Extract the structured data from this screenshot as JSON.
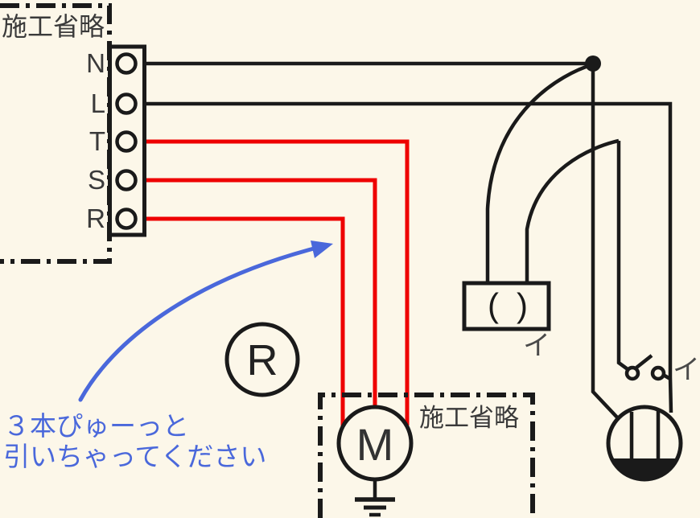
{
  "colors": {
    "background": "#FCF7E9",
    "wire_black": "#1A1A1A",
    "wire_red": "#EE0000",
    "annotation_blue": "#4A68DB",
    "label_gray": "#3A3A3A"
  },
  "supply_region": {
    "label": "施工省略"
  },
  "terminal_block": {
    "terminals": [
      {
        "label": "N"
      },
      {
        "label": "L"
      },
      {
        "label": "T"
      },
      {
        "label": "S"
      },
      {
        "label": "R"
      }
    ]
  },
  "ceiling_rose": {
    "paren_open": "(",
    "paren_close": ")",
    "circuit_label": "イ"
  },
  "switch": {
    "circuit_label": "イ"
  },
  "lamp_receptacle": {
    "label": "R"
  },
  "outlet": {
    "symbol_name": "outlet-with-ground-symbol"
  },
  "motor_region": {
    "label": "施工省略",
    "motor_label": "M"
  },
  "annotation": {
    "line1": "３本ぴゅーっと",
    "line2": "引いちゃってください"
  }
}
